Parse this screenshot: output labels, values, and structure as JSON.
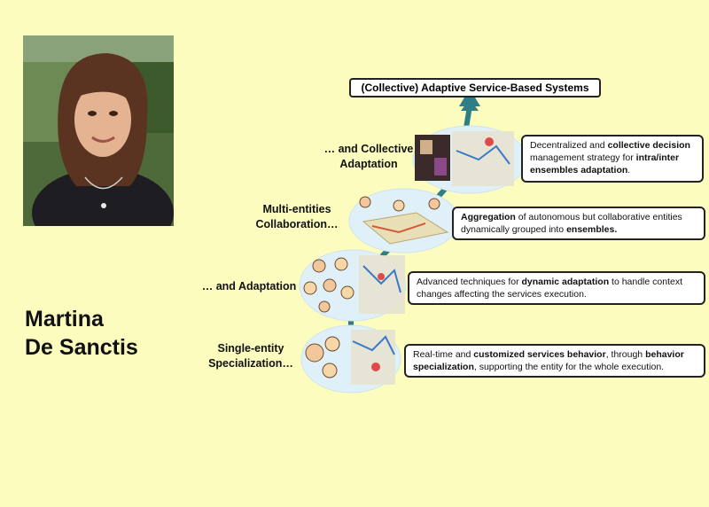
{
  "person": {
    "name_line1": "Martina",
    "name_line2": "De Sanctis"
  },
  "top_box": "(Collective) Adaptive Service-Based Systems",
  "levels": [
    {
      "label_line1": "… and Collective",
      "label_line2": "Adaptation",
      "desc": {
        "p1": "Decentralized and ",
        "b1": "collective decision",
        "p2": " management strategy for ",
        "b2": "intra/inter ensembles adaptation",
        "p3": "."
      }
    },
    {
      "label_line1": "Multi-entities",
      "label_line2": "Collaboration…",
      "desc": {
        "b1": "Aggregation",
        "p1": " of autonomous but collaborative entities dynamically grouped into ",
        "b2": "ensembles.",
        "p2": ""
      }
    },
    {
      "label_line1": "… and Adaptation",
      "label_line2": "",
      "desc": {
        "p1": "Advanced techniques for ",
        "b1": "dynamic adaptation",
        "p2": " to handle context changes affecting the services execution."
      }
    },
    {
      "label_line1": "Single-entity",
      "label_line2": "Specialization…",
      "desc": {
        "p1": "Real-time and ",
        "b1": "customized services behavior",
        "p2": ", through ",
        "b2": "behavior specialization",
        "p3": ", supporting the entity for the whole execution."
      }
    }
  ],
  "colors": {
    "background": "#fcfcbf",
    "arrow": "#2c7f86",
    "ellipse": "#dff0f8"
  }
}
